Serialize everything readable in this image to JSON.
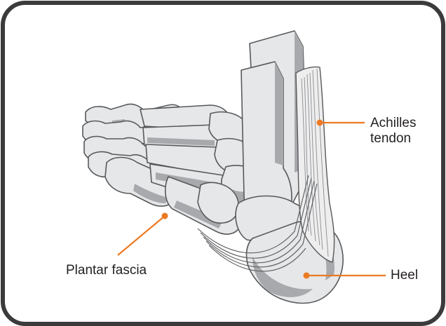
{
  "labels": {
    "achilles_line1": "Achilles",
    "achilles_line2": "tendon",
    "heel": "Heel",
    "plantar_fascia": "Plantar fascia"
  },
  "colors": {
    "frame_stroke": "#3b3b3b",
    "frame_fill": "#ffffff",
    "bone_fill": "#e6e7e8",
    "bone_shadow": "#a7a9ac",
    "bone_outline": "#58595b",
    "tendon_fill": "#eeeeef",
    "leader": "#ec7a23",
    "text": "#231f20"
  },
  "icons": {
    "pointer_dot": "orange-dot"
  }
}
